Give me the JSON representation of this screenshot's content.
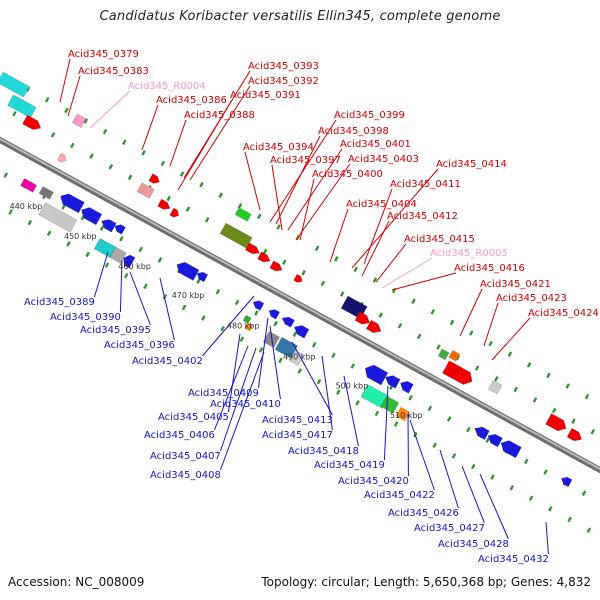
{
  "header": {
    "title": "Candidatus Koribacter versatilis Ellin345, complete genome"
  },
  "footer": {
    "accession": "Accession: NC_008009",
    "summary": "Topology: circular; Length: 5,650,368 bp; Genes: 4,832"
  },
  "colors": {
    "backbone": "#888888",
    "forward_gene": "#ee0000",
    "reverse_gene": "#1a1adc",
    "rna_label": "#ff99cc",
    "tick_dot": "#2a9a2a",
    "forward_label": "#d40000",
    "reverse_label": "#1515c8"
  },
  "scale_labels": [
    "440 kbp",
    "450 kbp",
    "460 kbp",
    "470 kbp",
    "480 kbp",
    "490 kbp",
    "500 kbp",
    "510 kbp"
  ],
  "forward_labels": [
    "Acid345_0379",
    "Acid345_0383",
    "Acid345_R0004",
    "Acid345_0386",
    "Acid345_0388",
    "Acid345_0393",
    "Acid345_0392",
    "Acid345_0391",
    "Acid345_0394",
    "Acid345_0399",
    "Acid345_0398",
    "Acid345_0401",
    "Acid345_0397",
    "Acid345_0403",
    "Acid345_0400",
    "Acid345_0414",
    "Acid345_0411",
    "Acid345_0404",
    "Acid345_0412",
    "Acid345_0415",
    "Acid345_R0005",
    "Acid345_0416",
    "Acid345_0421",
    "Acid345_0423",
    "Acid345_0424"
  ],
  "reverse_labels": [
    "Acid345_0389",
    "Acid345_0390",
    "Acid345_0395",
    "Acid345_0396",
    "Acid345_0402",
    "Acid345_0409",
    "Acid345_0405",
    "Acid345_0410",
    "Acid345_0406",
    "Acid345_0413",
    "Acid345_0407",
    "Acid345_0408",
    "Acid345_0417",
    "Acid345_0418",
    "Acid345_0419",
    "Acid345_0420",
    "Acid345_0422",
    "Acid345_0426",
    "Acid345_0427",
    "Acid345_0428",
    "Acid345_0432"
  ]
}
